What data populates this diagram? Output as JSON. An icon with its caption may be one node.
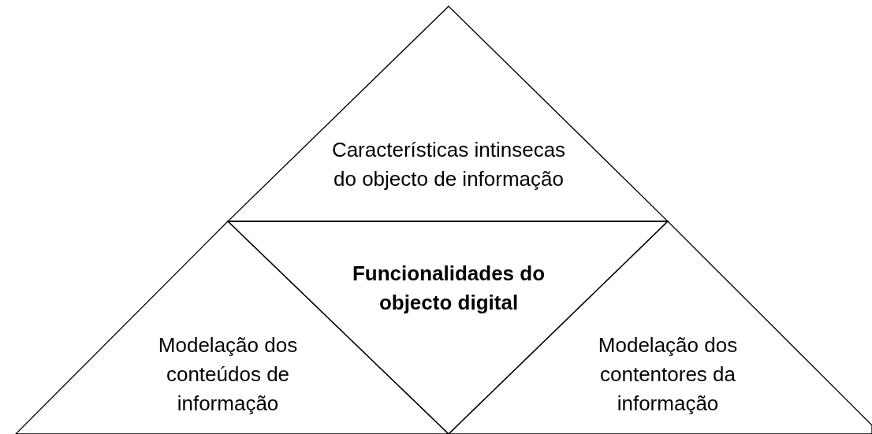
{
  "diagram": {
    "nodes": [
      {
        "text": [
          "Características intinsecas do objecto de informação"
        ]
      },
      {
        "text": [
          "Funcionalidades do objecto digital"
        ]
      },
      {
        "text": [
          "Modelação dos conteúdos de informação"
        ]
      },
      {
        "text": [
          "Modelação dos contentores da informação"
        ]
      }
    ]
  }
}
